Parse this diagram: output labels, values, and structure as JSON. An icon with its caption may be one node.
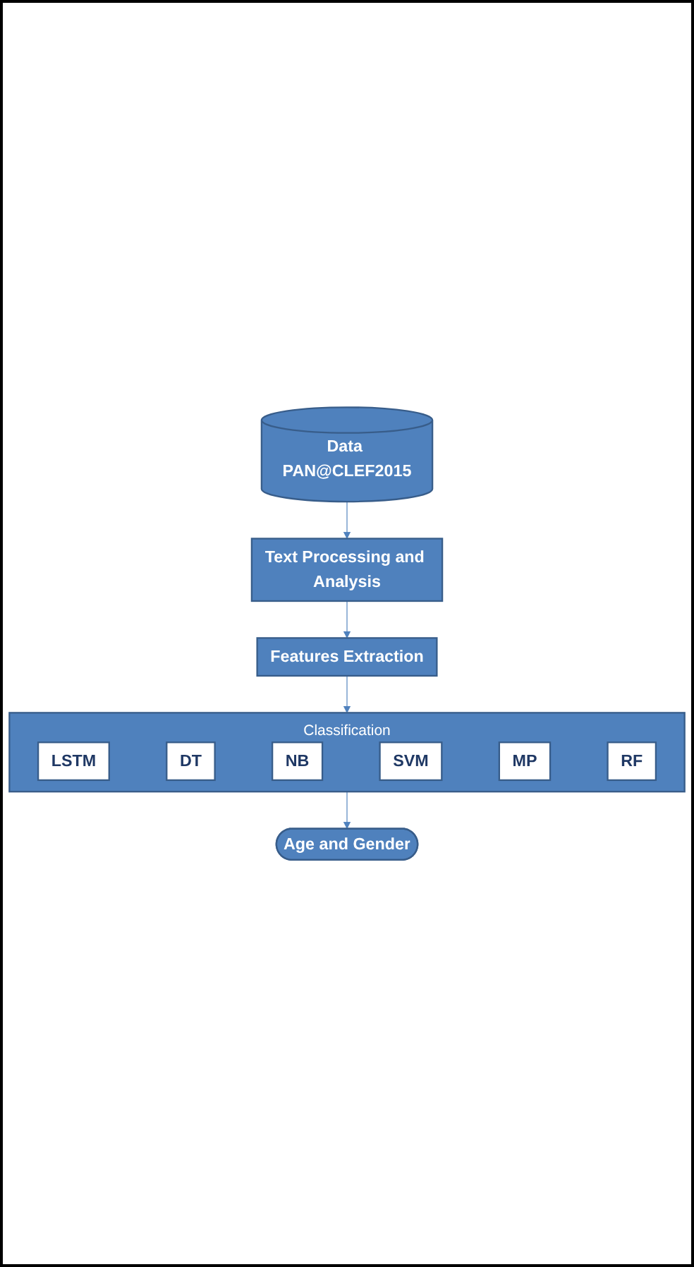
{
  "diagram": {
    "nodes": [
      {
        "text": [
          "Data PAN@CLEF2015"
        ]
      },
      {
        "text": [
          "Text Processing and Analysis"
        ]
      },
      {
        "text": [
          "Features Extraction"
        ]
      },
      {
        "text": [
          "Classification"
        ]
      },
      {
        "text": [
          "LSTM"
        ],
        "in": 3
      },
      {
        "text": [
          "DT"
        ],
        "in": 3
      },
      {
        "text": [
          "NB"
        ],
        "in": 3
      },
      {
        "text": [
          "SVM"
        ],
        "in": 3
      },
      {
        "text": [
          "MP"
        ],
        "in": 3
      },
      {
        "text": [
          "RF"
        ],
        "in": 3
      },
      {
        "text": [
          "Age and Gender"
        ]
      }
    ],
    "edges": [
      {
        "from": 0,
        "to": 1,
        "arrow": "to"
      },
      {
        "from": 1,
        "to": 2,
        "arrow": "to"
      },
      {
        "from": 2,
        "to": 3,
        "arrow": "to"
      },
      {
        "from": 3,
        "to": 10,
        "arrow": "to"
      }
    ]
  }
}
